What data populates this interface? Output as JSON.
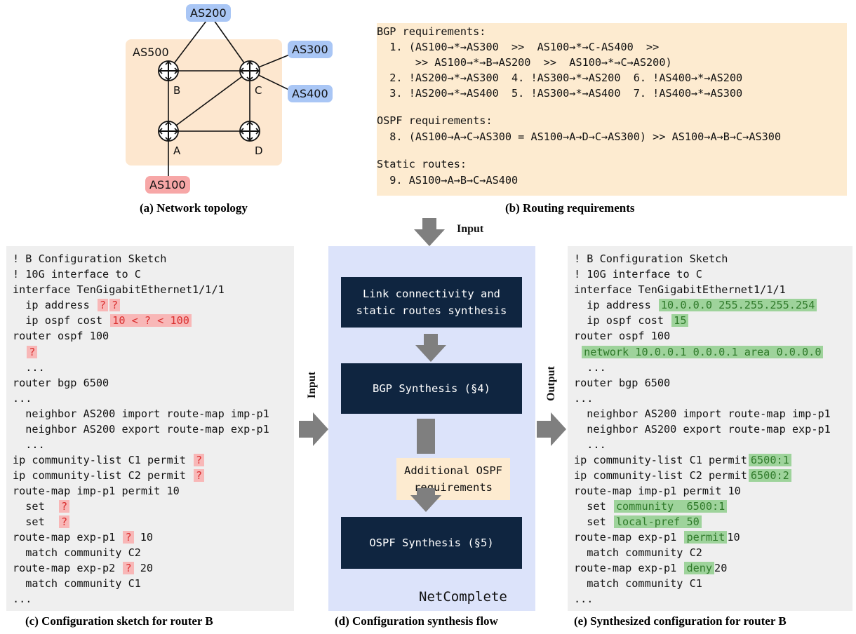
{
  "topology": {
    "as_labels": {
      "as200": "AS200",
      "as500": "AS500",
      "as300": "AS300",
      "as400": "AS400",
      "as100": "AS100"
    },
    "routers": {
      "b": "B",
      "c": "C",
      "a": "A",
      "d": "D"
    },
    "colors": {
      "region": "#fde7cf",
      "as_blue": "#a9c6f5",
      "as_red": "#f7a7a7"
    }
  },
  "requirements": {
    "bgp_header": "BGP requirements:",
    "bgp_1a": "  1. (AS100→*→AS300  >>  AS100→*→C-AS400  >>",
    "bgp_1b": "      >> AS100→*→B→AS200  >>  AS100→*→C→AS200)",
    "bgp_row2": "  2. !AS200→*→AS300  4. !AS300→*→AS200  6. !AS400→*→AS200",
    "bgp_row3": "  3. !AS200→*→AS400  5. !AS300→*→AS400  7. !AS400→*→AS300",
    "ospf_header": "OSPF requirements:",
    "ospf_8": "  8. (AS100→A→C→AS300 = AS100→A→D→C→AS300) >> AS100→A→B→C→AS300",
    "static_header": "Static routes:",
    "static_9": "  9. AS100→A→B→C→AS400"
  },
  "captions": {
    "a": "(a) Network topology",
    "b": "(b) Routing requirements",
    "c": "(c) Configuration sketch for router B",
    "d": "(d) Configuration synthesis flow",
    "e": "(e) Synthesized configuration for router B"
  },
  "flow": {
    "input_top": "Input",
    "input_left": "Input",
    "output_right": "Output",
    "box1": "Link connectivity and static routes synthesis",
    "box2": "BGP Synthesis (§4)",
    "box_ospf_req": "Additional OSPF requirements",
    "box3": "OSPF Synthesis (§5)",
    "netcomplete": "NetComplete"
  },
  "sketch": {
    "l1": "! B Configuration Sketch",
    "l2": "! 10G interface to C",
    "l3": "interface TenGigabitEthernet1/1/1",
    "l4": "  ip address",
    "l4_h1": "?",
    "l4_h2": "?",
    "l5": "  ip ospf cost",
    "l5_h": "10 < ? < 100",
    "l6": "router ospf 100",
    "l7_h": "?",
    "l8": "  ...",
    "l9": "router bgp 6500",
    "l10": "...",
    "l11": "  neighbor AS200 import route-map imp-p1",
    "l12": "  neighbor AS200 export route-map exp-p1",
    "l13": "  ...",
    "l14": "ip community-list C1 permit",
    "l14_h": "?",
    "l15": "ip community-list C2 permit",
    "l15_h": "?",
    "l16": "route-map imp-p1 permit 10",
    "l17": "  set",
    "l17_h": "?",
    "l18": "  set",
    "l18_h": "?",
    "l19": "route-map exp-p1",
    "l19_h": "?",
    "l19_t": "10",
    "l20": "  match community C2",
    "l21": "route-map exp-p2",
    "l21_h": "?",
    "l21_t": "20",
    "l22": "  match community C1",
    "l23": "..."
  },
  "synth": {
    "l1": "! B Configuration Sketch",
    "l2": "! 10G interface to C",
    "l3": "interface TenGigabitEthernet1/1/1",
    "l4": "  ip address",
    "l4_f": "10.0.0.0 255.255.255.254",
    "l5": "  ip ospf cost",
    "l5_f": "15",
    "l6": "router ospf 100",
    "l7_f": "network 10.0.0.1 0.0.0.1 area 0.0.0.0",
    "l8": "  ...",
    "l9": "router bgp 6500",
    "l10": "...",
    "l11": "  neighbor AS200 import route-map imp-p1",
    "l12": "  neighbor AS200 export route-map exp-p1",
    "l13": "  ...",
    "l14": "ip community-list C1 permit",
    "l14_f": "6500:1",
    "l15": "ip community-list C2 permit",
    "l15_f": "6500:2",
    "l16": "route-map imp-p1 permit 10",
    "l17": "  set",
    "l17_f": "community  6500:1",
    "l18": "  set",
    "l18_f": "local-pref 50",
    "l19": "route-map exp-p1",
    "l19_f": "permit",
    "l19_t": "10",
    "l20": "  match community C2",
    "l21": "route-map exp-p1",
    "l21_f": "deny",
    "l21_t": "20",
    "l22": "  match community C1",
    "l23": "..."
  }
}
